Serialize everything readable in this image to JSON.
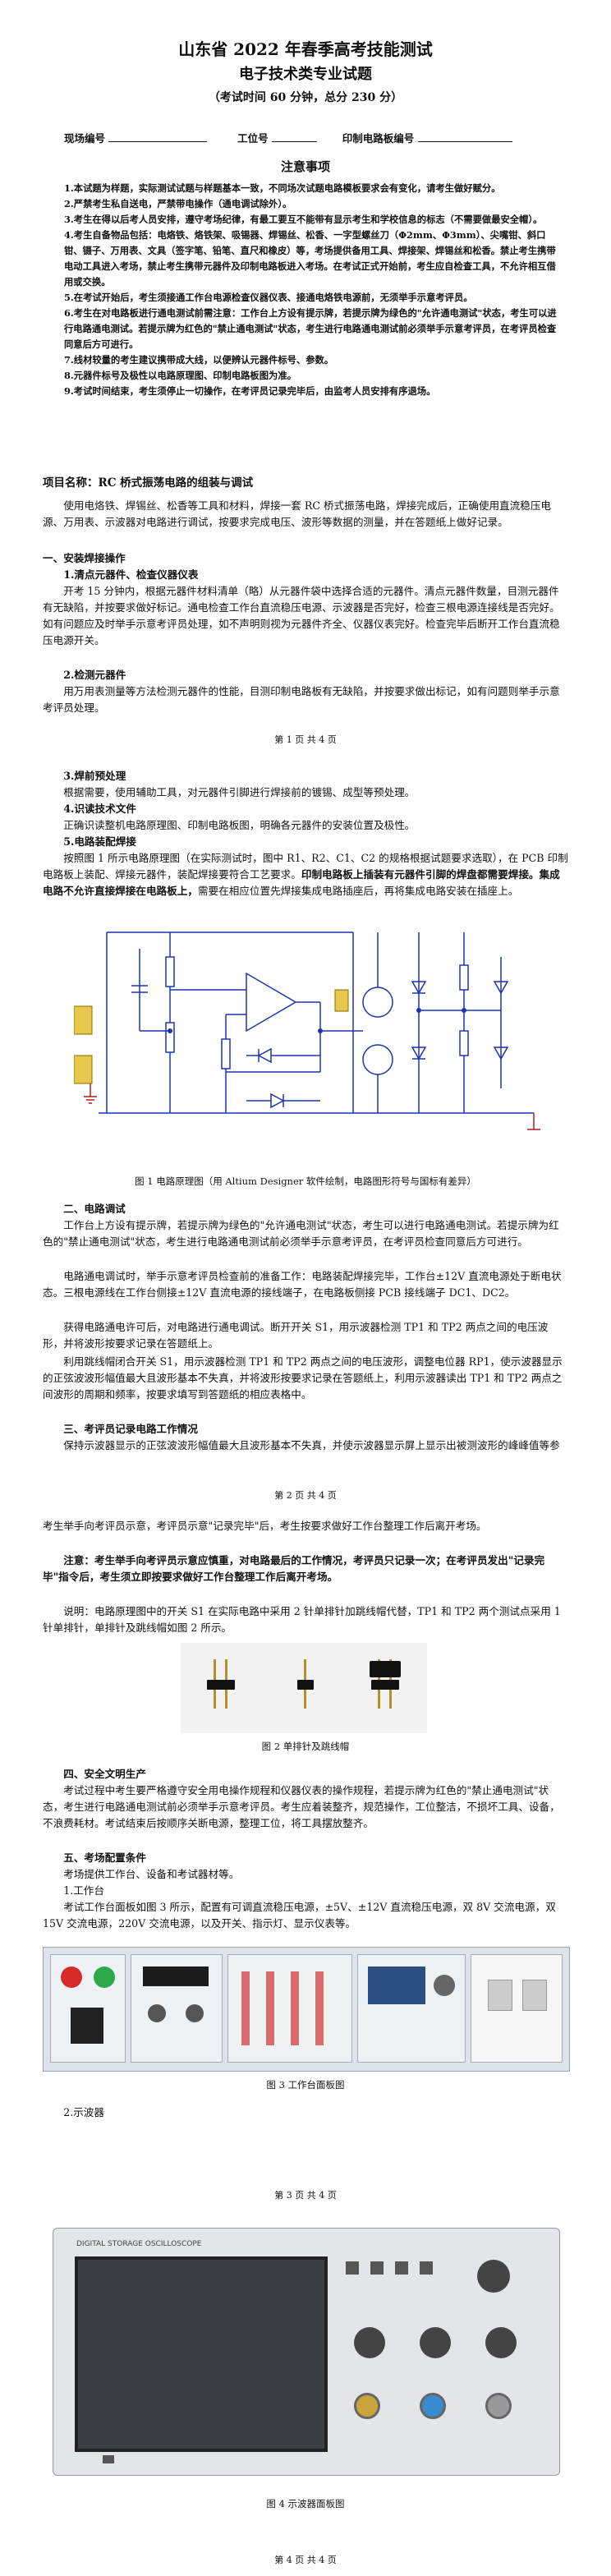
{
  "header": {
    "title": "山东省 2022 年春季高考技能测试",
    "subtitle": "电子技术类专业试题",
    "time_note": "（考试时间 60 分钟，总分 230 分）",
    "field_exam_no": "现场编号",
    "field_station_no": "工位号",
    "field_pcb_no": "印制电路板编号"
  },
  "notice": {
    "heading": "注意事项",
    "items": [
      "1.本试题为样题，实际测试试题与样题基本一致，不同场次试题电路模板要求会有变化，请考生做好赋分。",
      "2.严禁考生私自送电，严禁带电操作（通电调试除外）。",
      "3.考生在得以后考人员安排，遵守考场纪律，有最工要互不能带有显示考生和学校信息的标志（不需要做最安全帽）。",
      "4.考生自备物品包括：电烙铁、烙铁架、吸锡器、焊锡丝、松香、一字型螺丝刀（Φ2mm、Φ3mm）、尖嘴钳、斜口钳、镊子、万用表、文具（签字笔、铅笔、直尺和橡皮）等，考场提供备用工具、焊接架、焊锡丝和松香。禁止考生携带电动工具进入考场，禁止考生携带元器件及印制电路板进入考场。在考试正式开始前，考生应自检查工具，不允许相互借用或交换。",
      "5.在考试开始后，考生须接通工作台电源检查仪器仪表、接通电烙铁电源前，无须举手示意考评员。",
      "6.考生在对电路板进行通电测试前需注意：工作台上方设有提示牌，若提示牌为绿色的\"允许通电测试\"状态，考生可以进行电路通电测试。若提示牌为红色的\"禁止通电测试\"状态，考生进行电路通电测试前必须举手示意考评员，在考评员检查同意后方可进行。",
      "7.线材较量的考生建议携带成大线，以便辨认元器件标号、参数。",
      "8.元器件标号及极性以电路原理图、印制电路板图为准。",
      "9.考试时间结束，考生须停止一切操作，在考评员记录完毕后，由监考人员安排有序退场。"
    ]
  },
  "project": {
    "label": "项目名称：",
    "name": "RC 桥式振荡电路的组装与调试",
    "intro": "使用电烙铁、焊锡丝、松香等工具和材料，焊接一套 RC 桥式振荡电路，焊接完成后，正确使用直流稳压电源、万用表、示波器对电路进行调试，按要求完成电压、波形等数据的测量，并在答题纸上做好记录。",
    "s1": "一、安装焊接操作",
    "s1_1": "1.清点元器件、检查仪器仪表",
    "s1_1_text": "开考 15 分钟内，根据元器件材料清单（略）从元器件袋中选择合适的元器件。清点元器件数量，目测元器件有无缺陷，并按要求做好标记。通电检查工作台直流稳压电源、示波器是否完好，检查三根电源连接线是否完好。如有问题应及时举手示意考评员处理，如不声明则视为元器件齐全、仪器仪表完好。检查完毕后断开工作台直流稳压电源开关。",
    "s1_2": "2.检测元器件",
    "s1_2_text": "用万用表测量等方法检测元器件的性能，目测印制电路板有无缺陷，并按要求做出标记，如有问题则举手示意考评员处理。",
    "s1_3": "3.焊前预处理",
    "s1_3_text": "根据需要，使用辅助工具，对元器件引脚进行焊接前的镀锡、成型等预处理。",
    "s1_4": "4.识读技术文件",
    "s1_4_text": "正确识读整机电路原理图、印制电路板图，明确各元器件的安装位置及极性。",
    "s1_5": "5.电路装配焊接",
    "s1_5_text_a": "按照图 1 所示电路原理图（在实际测试时，图中 R1、R2、C1、C2 的规格根据试题要求选取），在 PCB 印制电路板上装配、焊接元器件，装配焊接要符合工艺要求。",
    "s1_5_text_b": "印制电路板上插装有元器件引脚的焊盘都需要焊接。集成电路不允许直接焊接在电路板上，",
    "s1_5_text_c": "需要在相应位置先焊接集成电路插座后，再将集成电路安装在插座上。",
    "fig1_caption": "图 1  电路原理图（用 Altium Designer 软件绘制，电路图形符号与国标有差异）",
    "s2": "二、电路调试",
    "s2_text_a": "工作台上方设有提示牌，若提示牌为绿色的\"允许通电测试\"状态，考生可以进行电路通电测试。若提示牌为红色的\"禁止通电测试\"状态，考生进行电路通电测试前必须举手示意考评员，在考评员检查同意后方可进行。",
    "s2_text_b": "电路通电调试时，举手示意考评员检查前的准备工作：电路装配焊接完毕，工作台±12V 直流电源处于断电状态。三根电源线在工作台侧接±12V 直流电源的接线端子，在电路板侧接 PCB 接线端子 DC1、DC2。",
    "s2_text_c": "获得电路通电许可后，对电路进行通电调试。断开开关 S1，用示波器检测 TP1 和 TP2 两点之间的电压波形，并将波形按要求记录在答题纸上。",
    "s2_text_d": "利用跳线帽闭合开关 S1，用示波器检测 TP1 和 TP2 两点之间的电压波形，调整电位器 RP1，使示波器显示的正弦波波形幅值最大且波形基本不失真，并将波形按要求记录在答题纸上，利用示波器读出 TP1 和 TP2 两点之间波形的周期和频率，按要求填写到答题纸的相应表格中。",
    "s3": "三、考评员记录电路工作情况",
    "s3_text_a": "保持示波器显示的正弦波波形幅值最大且波形基本不失真，并使示波器显示屏上显示出被测波形的峰峰值等参数，考生举手向考评员示意，考评员示意\"记录完毕\"后，考生按要求做好工作台整理工作后离开考场。",
    "s3_text_b": "注意：考生举手向考评员示意应慎重，对电路最后的工作情况，考评员只记录一次；在考评员发出\"记录完毕\"指令后，考生须立即按要求做好工作台整理工作后离开考场。",
    "s3_text_c": "说明：电路原理图中的开关 S1 在实际电路中采用 2 针单排针加跳线帽代替，TP1 和 TP2 两个测试点采用 1 针单排针，单排针及跳线帽如图 2 所示。",
    "fig2_caption": "图 2  单排针及跳线帽",
    "s4": "四、安全文明生产",
    "s4_text": "考试过程中考生要严格遵守安全用电操作规程和仪器仪表的操作规程，若提示牌为红色的\"禁止通电测试\"状态，考生进行电路通电测试前必须举手示意考评员。考生应着装整齐，规范操作，工位整洁，不损坏工具、设备，不浪费耗材。考试结束后按顺序关断电源，整理工位，将工具摆放整齐。",
    "s5": "五、考场配置条件",
    "s5_intro": "考场提供工作台、设备和考试器材等。",
    "s5_1": "1.工作台",
    "s5_1_text": "考试工作台面板如图 3 所示，配置有可调直流稳压电源，±5V、±12V 直流稳压电源，双 8V 交流电源，双 15V 交流电源，220V 交流电源，以及开关、指示灯、显示仪表等。",
    "fig3_caption": "图 3  工作台面板图",
    "s5_2": "2.示波器",
    "fig4_caption": "图 4  示波器面板图",
    "scope_brand": "DIGITAL STORAGE OSCILLOSCOPE"
  },
  "footers": [
    "第 1 页 共 4 页",
    "第 2 页 共 4 页",
    "第 3 页 共 4 页",
    "第 4 页 共 4 页"
  ]
}
